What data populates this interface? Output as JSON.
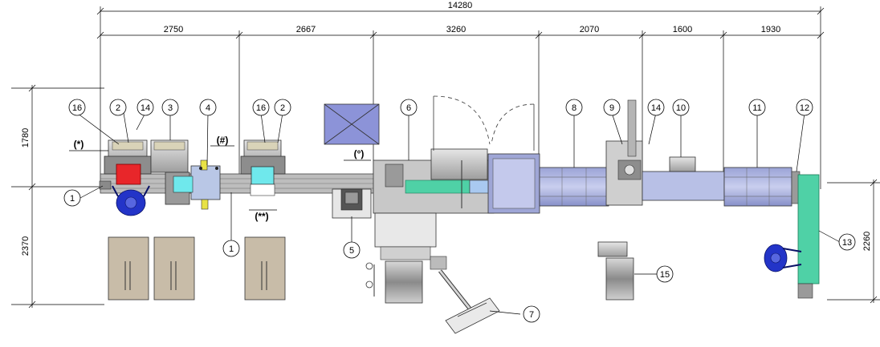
{
  "drawing": {
    "total_dimension": "14280",
    "segment_dimensions": [
      "2750",
      "2667",
      "3260",
      "2070",
      "1600",
      "1930"
    ],
    "vertical_dimensions": {
      "upper": "1780",
      "lower": "2370",
      "right": "2260"
    },
    "callouts": [
      "1",
      "1",
      "2",
      "2",
      "3",
      "4",
      "5",
      "6",
      "7",
      "8",
      "9",
      "10",
      "11",
      "12",
      "13",
      "14",
      "14",
      "15",
      "16",
      "16"
    ],
    "markers": {
      "star": "(*)",
      "hash": "(#)",
      "degree": "(°)",
      "double_star": "(**)"
    },
    "colors": {
      "red_unit": "#e8262a",
      "cyan_unit": "#6fe8ec",
      "green_conveyor": "#4fd1a6",
      "blue_box": "#8c93d8",
      "operator_blue": "#2334c8",
      "pallet": "#c8bca8",
      "yellow_part": "#e8e246"
    }
  }
}
